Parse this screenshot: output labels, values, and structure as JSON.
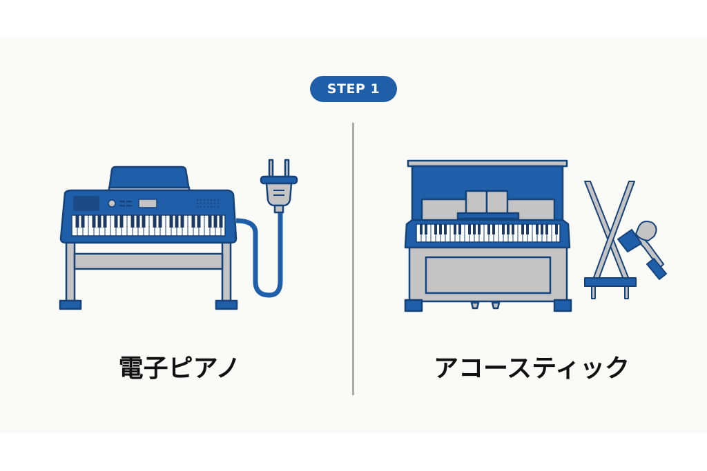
{
  "step_badge": {
    "label": "STEP 1"
  },
  "left": {
    "title": "電子ピアノ",
    "illustration": "electronic-keyboard-with-plug"
  },
  "right": {
    "title": "アコースティック",
    "illustration": "upright-piano-with-tuning-tools"
  },
  "colors": {
    "primary_blue": "#1f5ea8",
    "dark_blue": "#1b4a86",
    "gray": "#c4c4c4",
    "background": "#fafaf7",
    "divider": "#a9a9a9",
    "text": "#111111"
  }
}
